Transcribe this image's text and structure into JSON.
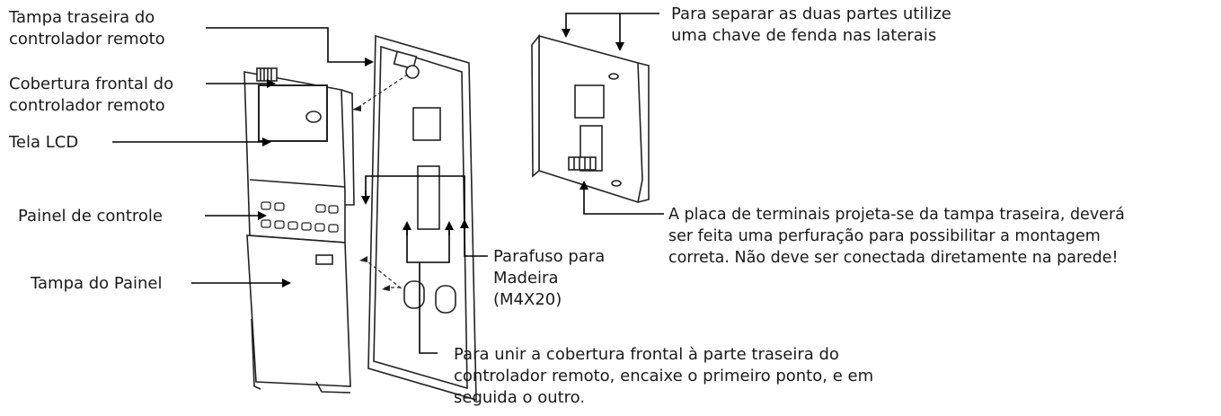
{
  "labels": {
    "tampa_traseira": [
      "Tampa traseira do",
      "controlador remoto"
    ],
    "cobertura_frontal": [
      "Cobertura frontal do",
      "controlador remoto"
    ],
    "tela_lcd": "Tela LCD",
    "painel_controle": "Painel de controle",
    "tampa_painel": "Tampa do Painel",
    "parafuso": [
      "Parafuso para",
      "Madeira",
      "(M4X20)"
    ],
    "separar": [
      "Para separar as duas partes utilize",
      "uma chave de fenda nas laterais"
    ],
    "placa_terminais": [
      "A placa de terminais projeta-se da tampa traseira, deverá",
      "ser feita uma perfuração para possibilitar a montagem",
      "correta. Não deve ser conectada diretamente na parede!"
    ],
    "unir": [
      "Para unir a cobertura frontal à parte traseira do",
      "controlador remoto, encaixe o primeiro ponto, e em",
      "seguida o outro."
    ]
  }
}
